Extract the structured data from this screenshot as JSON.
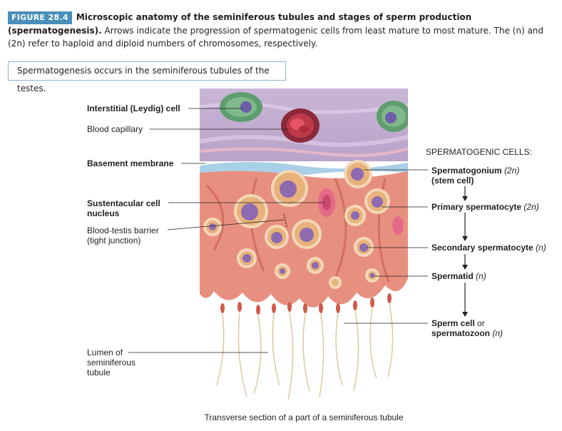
{
  "figure": {
    "tag": "FIGURE 28.4",
    "title": "Microscopic anatomy of the seminiferous tubules and stages of sperm production (spermatogenesis).",
    "text": "Arrows indicate the progression of spermatogenic cells from least mature to most mature. The (n) and (2n) refer to haploid and diploid numbers of chromosomes, respectively."
  },
  "summary": "Spermatogenesis occurs in the seminiferous tubules of the testes.",
  "left_labels": {
    "leydig": "Interstitial (Leydig) cell",
    "capillary": "Blood capillary",
    "basement": "Basement membrane",
    "sustentacular_1": "Sustentacular cell",
    "sustentacular_2": "nucleus",
    "barrier_1": "Blood-testis barrier",
    "barrier_2": "(tight junction)",
    "lumen_1": "Lumen of",
    "lumen_2": "seminiferous",
    "lumen_3": "tubule"
  },
  "right_labels": {
    "heading": "SPERMATOGENIC CELLS:",
    "spermatogonium": "Spermatogonium",
    "spermatogonium_ploidy": "(2n)",
    "stem_cell": "(stem cell)",
    "primary": "Primary spermatocyte",
    "primary_ploidy": "(2n)",
    "secondary": "Secondary spermatocyte",
    "secondary_ploidy": "(n)",
    "spermatid": "Spermatid",
    "spermatid_ploidy": "(n)",
    "sperm_1": "Sperm cell",
    "sperm_or": "or",
    "sperm_2": "spermatozoon",
    "sperm_ploidy": "(n)"
  },
  "bottom_caption": "Transverse section of a part of a seminiferous tubule"
}
